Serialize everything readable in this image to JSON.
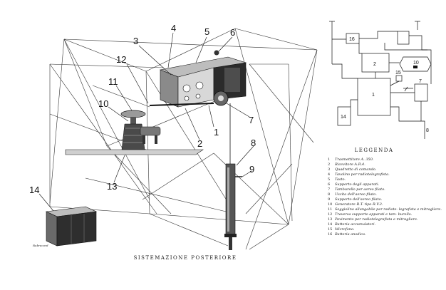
{
  "caption": "SISTEMAZIONE POSTERIORE",
  "legend": {
    "title": "LEGGENDA",
    "items": [
      {
        "n": "1",
        "text": "Trasmettitore A. 350."
      },
      {
        "n": "2",
        "text": "Ricevitore A.R.4."
      },
      {
        "n": "3",
        "text": "Quadretto di comando."
      },
      {
        "n": "4",
        "text": "Tavolino per radiotelegrafista."
      },
      {
        "n": "5",
        "text": "Tasto."
      },
      {
        "n": "6",
        "text": "Supporto degli apparati."
      },
      {
        "n": "7",
        "text": "Tamburello per aereo filato."
      },
      {
        "n": "8",
        "text": "Uscita dell'aereo filato."
      },
      {
        "n": "9",
        "text": "Supporto dell'aereo filato."
      },
      {
        "n": "10",
        "text": "Generatore R.T. tipo R.V.3."
      },
      {
        "n": "11",
        "text": "Seggiolino allungabile per radiote- legrafista e mitragliere."
      },
      {
        "n": "12",
        "text": "Traversa supporto apparati e tam- burello."
      },
      {
        "n": "13",
        "text": "Pavimento per radiotelegrafista e mitragliere."
      },
      {
        "n": "14",
        "text": "Batteria accumulatori."
      },
      {
        "n": "15",
        "text": "Microfono."
      },
      {
        "n": "16",
        "text": "Batteria anodica."
      }
    ]
  },
  "callouts": [
    "1",
    "2",
    "3",
    "4",
    "5",
    "6",
    "7",
    "8",
    "9",
    "10",
    "11",
    "12",
    "13",
    "14"
  ],
  "schematic_labels": [
    "16",
    "2",
    "10",
    "15",
    "1",
    "7",
    "14",
    "8"
  ],
  "signature": "Rubrecord"
}
